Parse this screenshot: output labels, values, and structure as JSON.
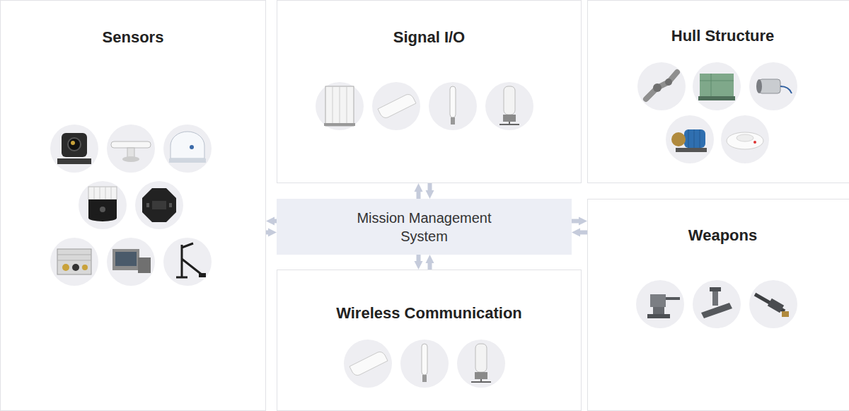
{
  "diagram": {
    "nodes": [
      {
        "text": [
          "Sensors"
        ]
      },
      {
        "text": [
          "Signal I/O"
        ]
      },
      {
        "text": [
          "Hull Structure"
        ]
      },
      {
        "text": [
          "Mission Management System"
        ]
      },
      {
        "text": [
          "Weapons"
        ]
      },
      {
        "text": [
          "Wireless Communication"
        ]
      }
    ],
    "edges": [
      {
        "from": 3,
        "to": 0,
        "arrow": "both"
      },
      {
        "from": 3,
        "to": 1,
        "arrow": "both"
      },
      {
        "from": 3,
        "to": 4,
        "arrow": "both"
      },
      {
        "from": 3,
        "to": 5,
        "arrow": "both"
      }
    ]
  }
}
